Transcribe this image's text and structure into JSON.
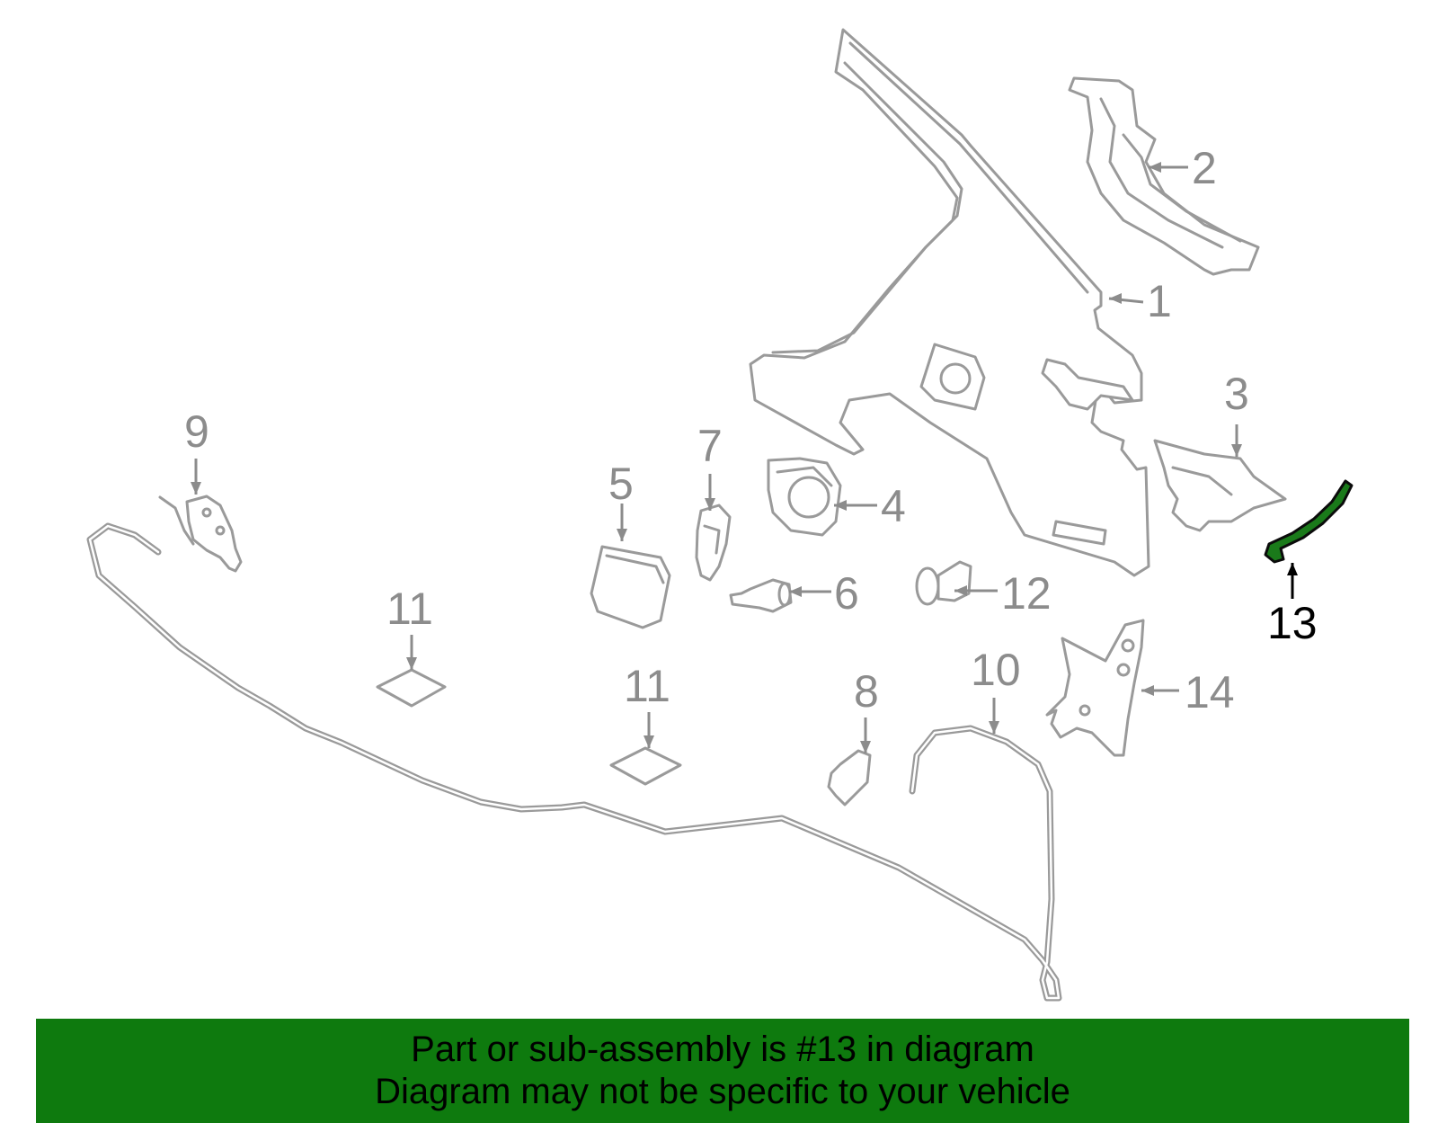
{
  "diagram": {
    "callouts": [
      {
        "id": "1",
        "label": "1"
      },
      {
        "id": "2",
        "label": "2"
      },
      {
        "id": "3",
        "label": "3"
      },
      {
        "id": "4",
        "label": "4"
      },
      {
        "id": "5",
        "label": "5"
      },
      {
        "id": "6",
        "label": "6"
      },
      {
        "id": "7",
        "label": "7"
      },
      {
        "id": "8",
        "label": "8"
      },
      {
        "id": "9",
        "label": "9"
      },
      {
        "id": "10",
        "label": "10"
      },
      {
        "id": "11a",
        "label": "11"
      },
      {
        "id": "11b",
        "label": "11"
      },
      {
        "id": "12",
        "label": "12"
      },
      {
        "id": "13",
        "label": "13"
      },
      {
        "id": "14",
        "label": "14"
      }
    ],
    "highlighted_part": "13",
    "highlight_color": "#1a7a1a",
    "part_outline_color": "#9a9a9a"
  },
  "banner": {
    "line1": "Part or sub-assembly is #13 in diagram",
    "line2": "Diagram may not be specific to your vehicle",
    "background_color": "#0e7a0e"
  }
}
